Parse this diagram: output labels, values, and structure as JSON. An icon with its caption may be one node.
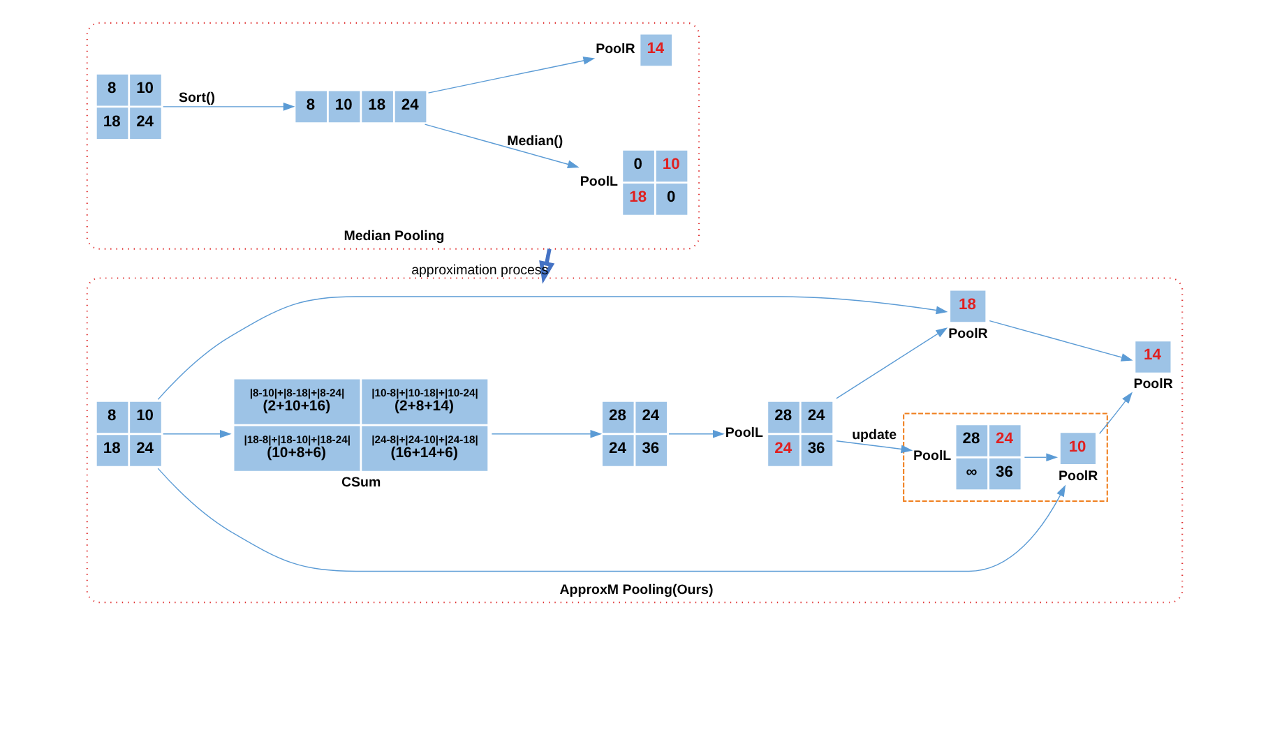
{
  "diagram": {
    "nodes": [
      {
        "text": [
          "Median Pooling"
        ]
      },
      {
        "text": [
          "8",
          "10",
          "18",
          "24"
        ],
        "in": 0
      },
      {
        "text": [
          "8",
          "10",
          "18",
          "24"
        ],
        "in": 0
      },
      {
        "text": [
          "0",
          "10",
          "18",
          "0"
        ],
        "beside": [
          "PoolL"
        ],
        "in": 0
      },
      {
        "text": [
          "14"
        ],
        "beside": [
          "PoolR"
        ],
        "in": 0
      },
      {
        "text": [
          "ApproxM Pooling(Ours)"
        ]
      },
      {
        "text": [
          "8",
          "10",
          "18",
          "24"
        ],
        "in": 5
      },
      {
        "text": [
          "|8-10|+|8-18|+|8-24|",
          "(2+10+16)",
          "|10-8|+|10-18|+|10-24|",
          "(2+8+14)",
          "|18-8|+|18-10|+|18-24|",
          "(10+8+6)",
          "|24-8|+|24-10|+|24-18|",
          "(16+14+6)"
        ],
        "beside": [
          "CSum"
        ],
        "in": 5
      },
      {
        "text": [
          "28",
          "24",
          "24",
          "36"
        ],
        "in": 5
      },
      {
        "text": [
          "28",
          "24",
          "24",
          "36"
        ],
        "beside": [
          "PoolL"
        ],
        "in": 5
      },
      {
        "text": [
          "18"
        ],
        "beside": [
          "PoolR"
        ],
        "in": 5
      },
      {
        "text": [],
        "shape": "box",
        "in": 5
      },
      {
        "text": [
          "28",
          "24",
          "∞",
          "36"
        ],
        "beside": [
          "PoolL"
        ],
        "in": 11
      },
      {
        "text": [
          "10"
        ],
        "beside": [
          "PoolR"
        ],
        "in": 11
      },
      {
        "text": [
          "14"
        ],
        "beside": [
          "PoolR"
        ],
        "in": 5
      }
    ],
    "edges": [
      {
        "from": 1,
        "to": 2,
        "arrow": "to",
        "label": "Sort()"
      },
      {
        "from": 2,
        "to": 3,
        "arrow": "to",
        "label": "Median()"
      },
      {
        "from": 2,
        "to": 4,
        "arrow": "to"
      },
      {
        "from": 0,
        "to": 5,
        "arrow": "to",
        "label": "approximation process",
        "style": "thick"
      },
      {
        "from": 6,
        "to": 7,
        "arrow": "to"
      },
      {
        "from": 7,
        "to": 8,
        "arrow": "to"
      },
      {
        "from": 8,
        "to": 9,
        "arrow": "to"
      },
      {
        "from": 9,
        "to": 10,
        "arrow": "to"
      },
      {
        "from": 9,
        "to": 12,
        "arrow": "to",
        "label": "update"
      },
      {
        "from": 12,
        "to": 13,
        "arrow": "to"
      },
      {
        "from": 6,
        "to": 10,
        "arrow": "to"
      },
      {
        "from": 6,
        "to": 13,
        "arrow": "to"
      },
      {
        "from": 10,
        "to": 14,
        "arrow": "to"
      },
      {
        "from": 13,
        "to": 14,
        "arrow": "to"
      }
    ]
  }
}
